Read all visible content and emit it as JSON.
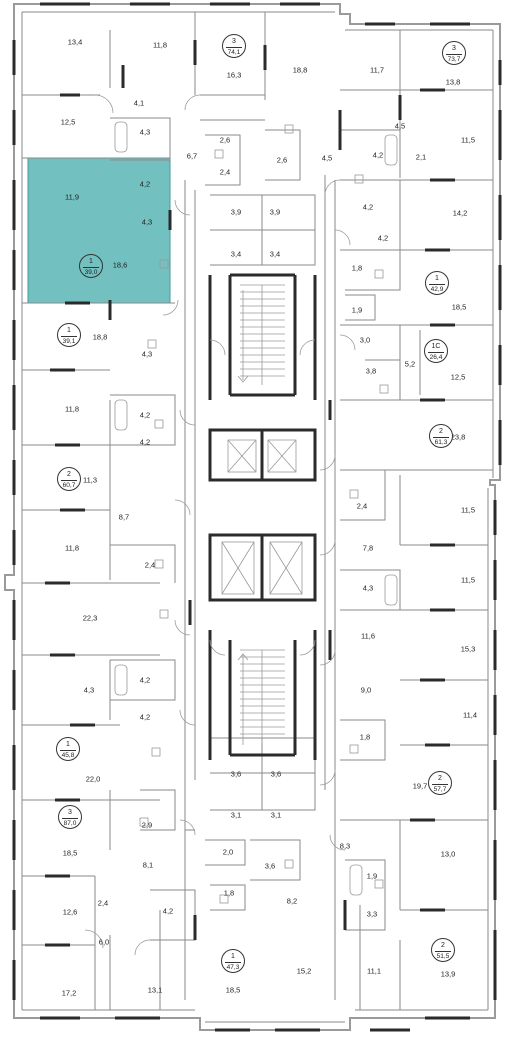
{
  "plan": {
    "highlight_color": "#72c0c0",
    "wall_color": "#8a8a8a",
    "room_labels": [
      "13,4",
      "11,8",
      "16,3",
      "18,8",
      "11,7",
      "13,8",
      "12,5",
      "4,1",
      "4,3",
      "2,6",
      "2,6",
      "4,5",
      "4,5",
      "4,2",
      "2,1",
      "11,5",
      "6,7",
      "2,4",
      "11,9",
      "4,2",
      "4,3",
      "3,9",
      "3,9",
      "4,2",
      "14,2",
      "18,6",
      "3,4",
      "3,4",
      "4,2",
      "1,8",
      "18,5",
      "18,8",
      "1,9",
      "3,0",
      "5,2",
      "12,5",
      "4,3",
      "3,8",
      "11,8",
      "4,2",
      "23,8",
      "4,2",
      "11,3",
      "2,4",
      "11,5",
      "8,7",
      "7,8",
      "11,8",
      "2,4",
      "11,5",
      "22,3",
      "4,3",
      "4,2",
      "11,6",
      "15,3",
      "4,3",
      "9,0",
      "4,2",
      "11,4",
      "1,8",
      "22,0",
      "3,6",
      "3,6",
      "19,7",
      "3,1",
      "3,1",
      "2,9",
      "8,3",
      "18,5",
      "8,1",
      "2,0",
      "3,6",
      "13,0",
      "1,9",
      "12,6",
      "2,4",
      "8,2",
      "3,3",
      "6,0",
      "4,2",
      "1,8",
      "17,2",
      "13,1",
      "18,5",
      "15,2",
      "11,1",
      "13,9"
    ],
    "apartment_badges": [
      {
        "rooms": "3",
        "area": "74,1",
        "highlighted": false
      },
      {
        "rooms": "3",
        "area": "73,7",
        "highlighted": false
      },
      {
        "rooms": "1",
        "area": "39,0",
        "highlighted": true
      },
      {
        "rooms": "1",
        "area": "42,9",
        "highlighted": false
      },
      {
        "rooms": "1",
        "area": "39,1",
        "highlighted": false
      },
      {
        "rooms": "1С",
        "area": "26,4",
        "highlighted": false
      },
      {
        "rooms": "2",
        "area": "61,3",
        "highlighted": false
      },
      {
        "rooms": "2",
        "area": "60,7",
        "highlighted": false
      },
      {
        "rooms": "1",
        "area": "45,8",
        "highlighted": false
      },
      {
        "rooms": "2",
        "area": "57,7",
        "highlighted": false
      },
      {
        "rooms": "3",
        "area": "87,0",
        "highlighted": false
      },
      {
        "rooms": "2",
        "area": "51,5",
        "highlighted": false
      },
      {
        "rooms": "1",
        "area": "47,3",
        "highlighted": false
      }
    ]
  }
}
